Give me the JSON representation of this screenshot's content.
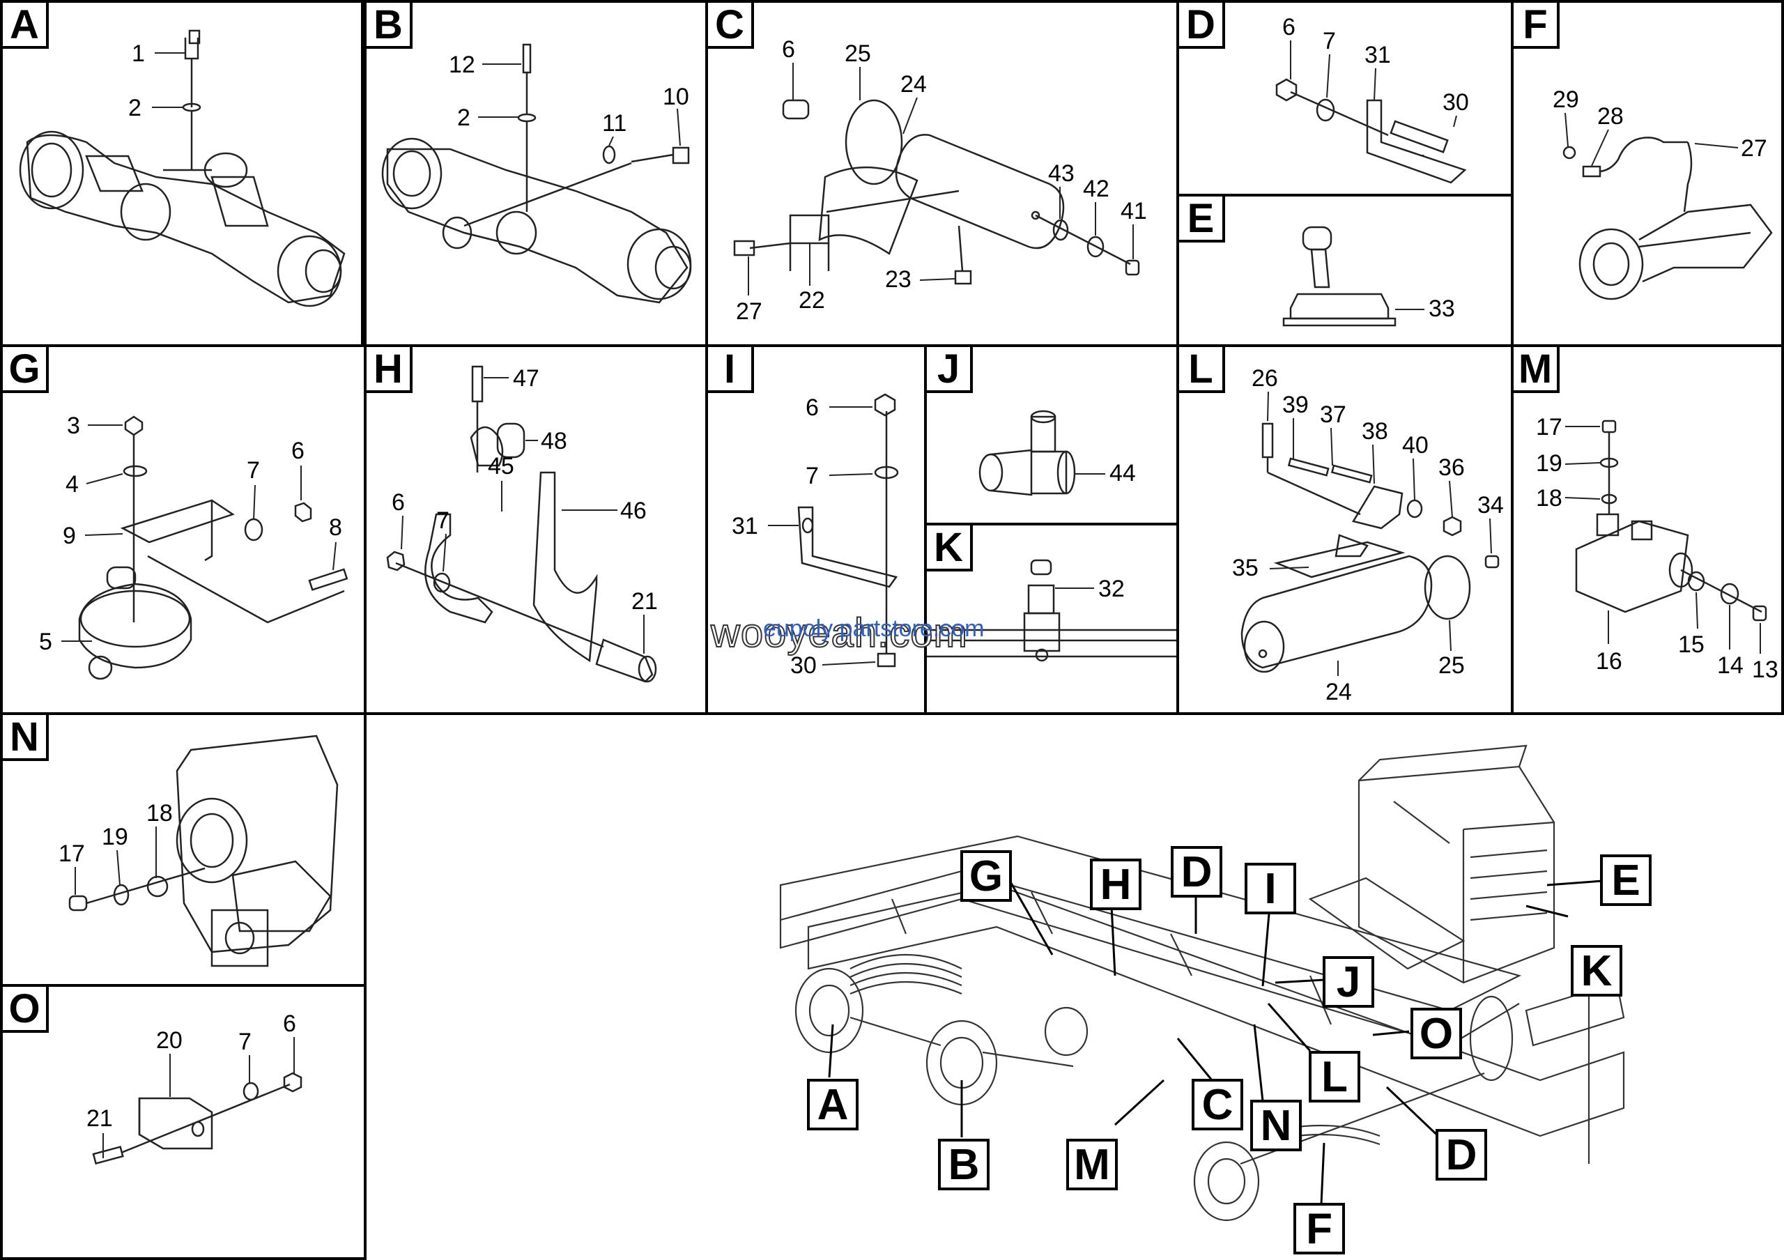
{
  "panels": {
    "A": {
      "letter": "A",
      "labels": [
        "1",
        "2"
      ]
    },
    "B": {
      "letter": "B",
      "labels": [
        "12",
        "2",
        "11",
        "10"
      ]
    },
    "C": {
      "letter": "C",
      "labels": [
        "6",
        "25",
        "24",
        "43",
        "42",
        "41",
        "23",
        "27",
        "22"
      ]
    },
    "D": {
      "letter": "D",
      "labels": [
        "6",
        "7",
        "31",
        "30"
      ]
    },
    "E": {
      "letter": "E",
      "labels": [
        "33"
      ]
    },
    "F": {
      "letter": "F",
      "labels": [
        "29",
        "28",
        "27"
      ]
    },
    "G": {
      "letter": "G",
      "labels": [
        "3",
        "4",
        "7",
        "6",
        "9",
        "8",
        "5"
      ]
    },
    "H": {
      "letter": "H",
      "labels": [
        "47",
        "48",
        "45",
        "46",
        "6",
        "7",
        "21"
      ]
    },
    "I": {
      "letter": "I",
      "labels": [
        "6",
        "7",
        "31",
        "30"
      ]
    },
    "J": {
      "letter": "J",
      "labels": [
        "44"
      ]
    },
    "K": {
      "letter": "K",
      "labels": [
        "32"
      ]
    },
    "L": {
      "letter": "L",
      "labels": [
        "26",
        "39",
        "37",
        "38",
        "40",
        "36",
        "34",
        "35",
        "24",
        "25"
      ]
    },
    "M": {
      "letter": "M",
      "labels": [
        "17",
        "19",
        "18",
        "16",
        "15",
        "14",
        "13"
      ]
    },
    "N": {
      "letter": "N",
      "labels": [
        "17",
        "19",
        "18"
      ]
    },
    "O": {
      "letter": "O",
      "labels": [
        "20",
        "7",
        "6",
        "21"
      ]
    }
  },
  "overview_callouts": [
    "G",
    "H",
    "D",
    "I",
    "J",
    "E",
    "K",
    "O",
    "L",
    "C",
    "N",
    "D",
    "A",
    "B",
    "M",
    "F"
  ],
  "watermark": {
    "text": "wooyeah.com",
    "overlay": "eupoly partstore.com"
  }
}
